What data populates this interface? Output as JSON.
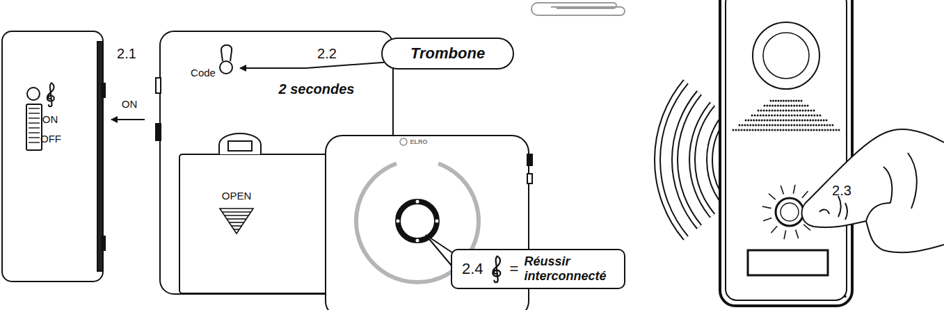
{
  "diagram": {
    "nodes": [
      {
        "text": [
          "Trombone"
        ]
      },
      {
        "text": [
          "2.4",
          "=",
          "Réussir interconnecté"
        ]
      }
    ],
    "labels": [
      "ON",
      "OFF",
      "2.1",
      "ON",
      "Code",
      "2.2",
      "2 secondes",
      "OPEN",
      "ELRO",
      "2.3"
    ]
  }
}
